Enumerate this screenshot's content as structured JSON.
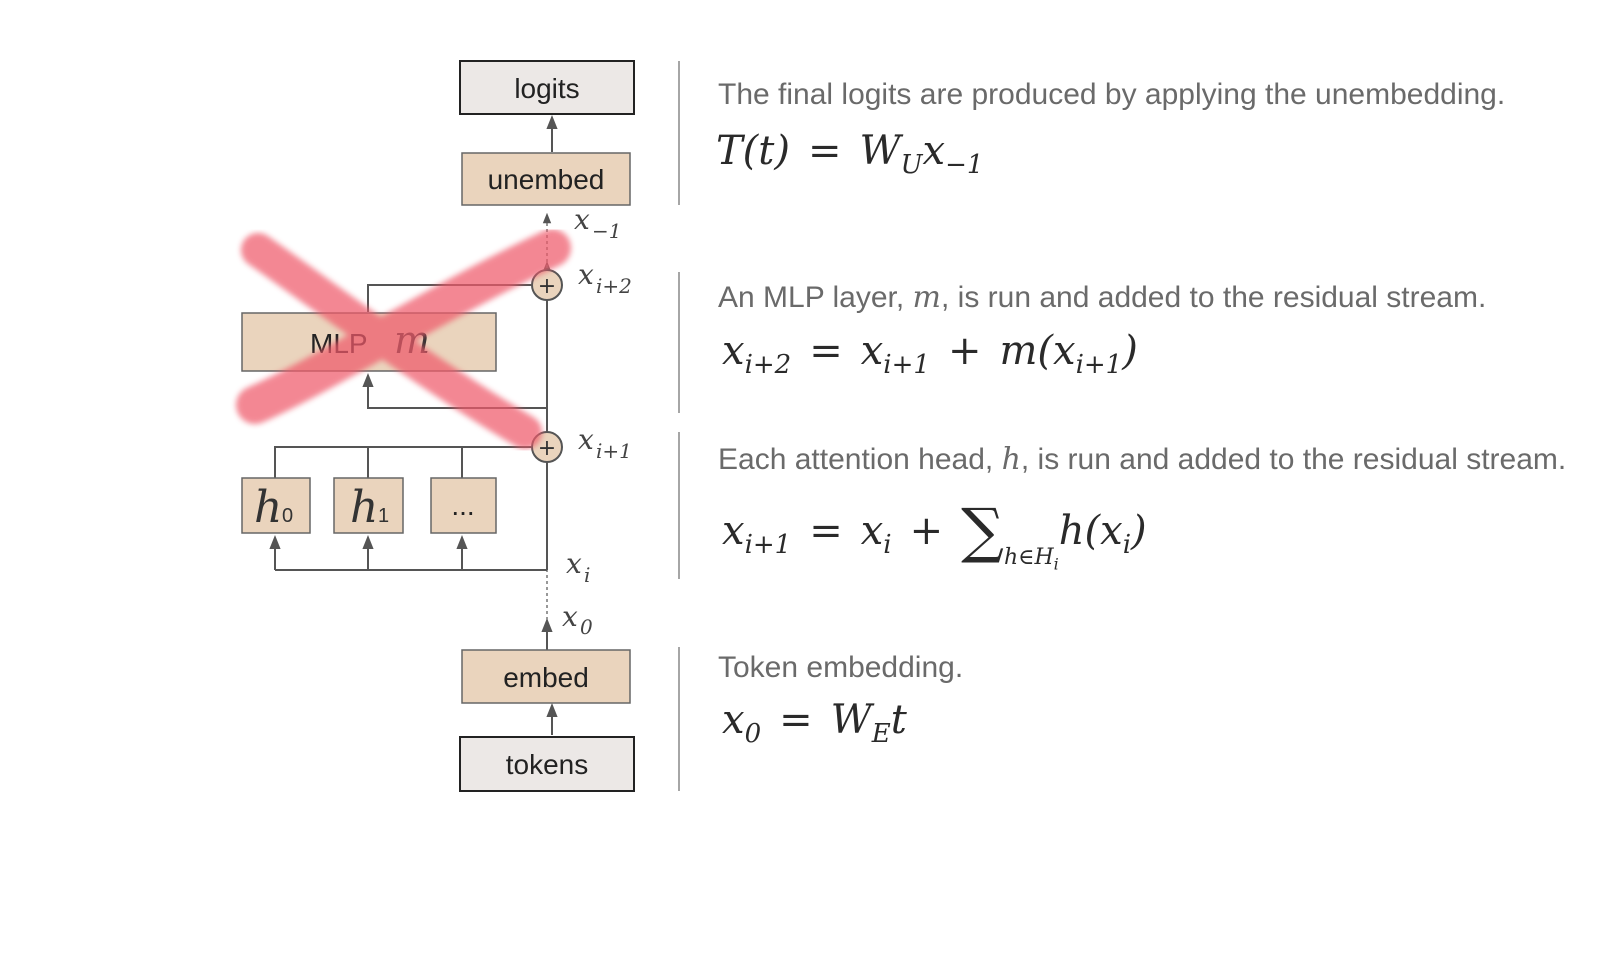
{
  "diagram": {
    "boxes": {
      "logits": "logits",
      "unembed": "unembed",
      "mlp_text": "MLP",
      "mlp_var": "m",
      "embed": "embed",
      "tokens": "tokens"
    },
    "heads": [
      {
        "var": "h",
        "sub": "0"
      },
      {
        "var": "h",
        "sub": "1"
      },
      {
        "var": "",
        "sub": "",
        "text": "..."
      }
    ],
    "residual_labels": {
      "x_minus_1": {
        "var": "x",
        "sub": "−1"
      },
      "x_i_plus_2": {
        "var": "x",
        "sub": "i+2"
      },
      "x_i_plus_1": {
        "var": "x",
        "sub": "i+1"
      },
      "x_i": {
        "var": "x",
        "sub": "i"
      },
      "x_0": {
        "var": "x",
        "sub": "0"
      }
    },
    "plus_symbol": "+",
    "strike_color": "#ef5a6b"
  },
  "sections": {
    "unembed": {
      "description": "The final logits are produced by applying the unembedding.",
      "equation": {
        "lhs": "T(t)",
        "eq": "=",
        "w": "W",
        "w_sub": "U",
        "x": "x",
        "x_sub": "−1"
      }
    },
    "mlp": {
      "description_pre": "An MLP layer, ",
      "description_var": "m",
      "description_post": ", is run and added to the residual stream.",
      "equation": {
        "lhs": "x",
        "lhs_sub": "i+2",
        "eq": "=",
        "a": "x",
        "a_sub": "i+1",
        "plus": "+",
        "fn": "m(x",
        "fn_sub": "i+1",
        "fn_close": ")"
      }
    },
    "attention": {
      "description_pre": "Each attention head, ",
      "description_var": "h",
      "description_post": ", is run and added to the residual stream.",
      "equation": {
        "lhs": "x",
        "lhs_sub": "i+1",
        "eq": "=",
        "a": "x",
        "a_sub": "i",
        "plus": "+",
        "sum": "∑",
        "sum_sub": "h∈H",
        "sum_sub_i": "i",
        "fn": "h(x",
        "fn_sub": "i",
        "fn_close": ")"
      }
    },
    "embed": {
      "description": "Token embedding.",
      "equation": {
        "lhs": "x",
        "lhs_sub": "0",
        "eq": "=",
        "w": "W",
        "w_sub": "E",
        "t": "t"
      }
    }
  },
  "colors": {
    "box_tan": "#ead4bd",
    "box_gray": "#ece8e6",
    "line": "#555555",
    "divider": "#888888"
  }
}
